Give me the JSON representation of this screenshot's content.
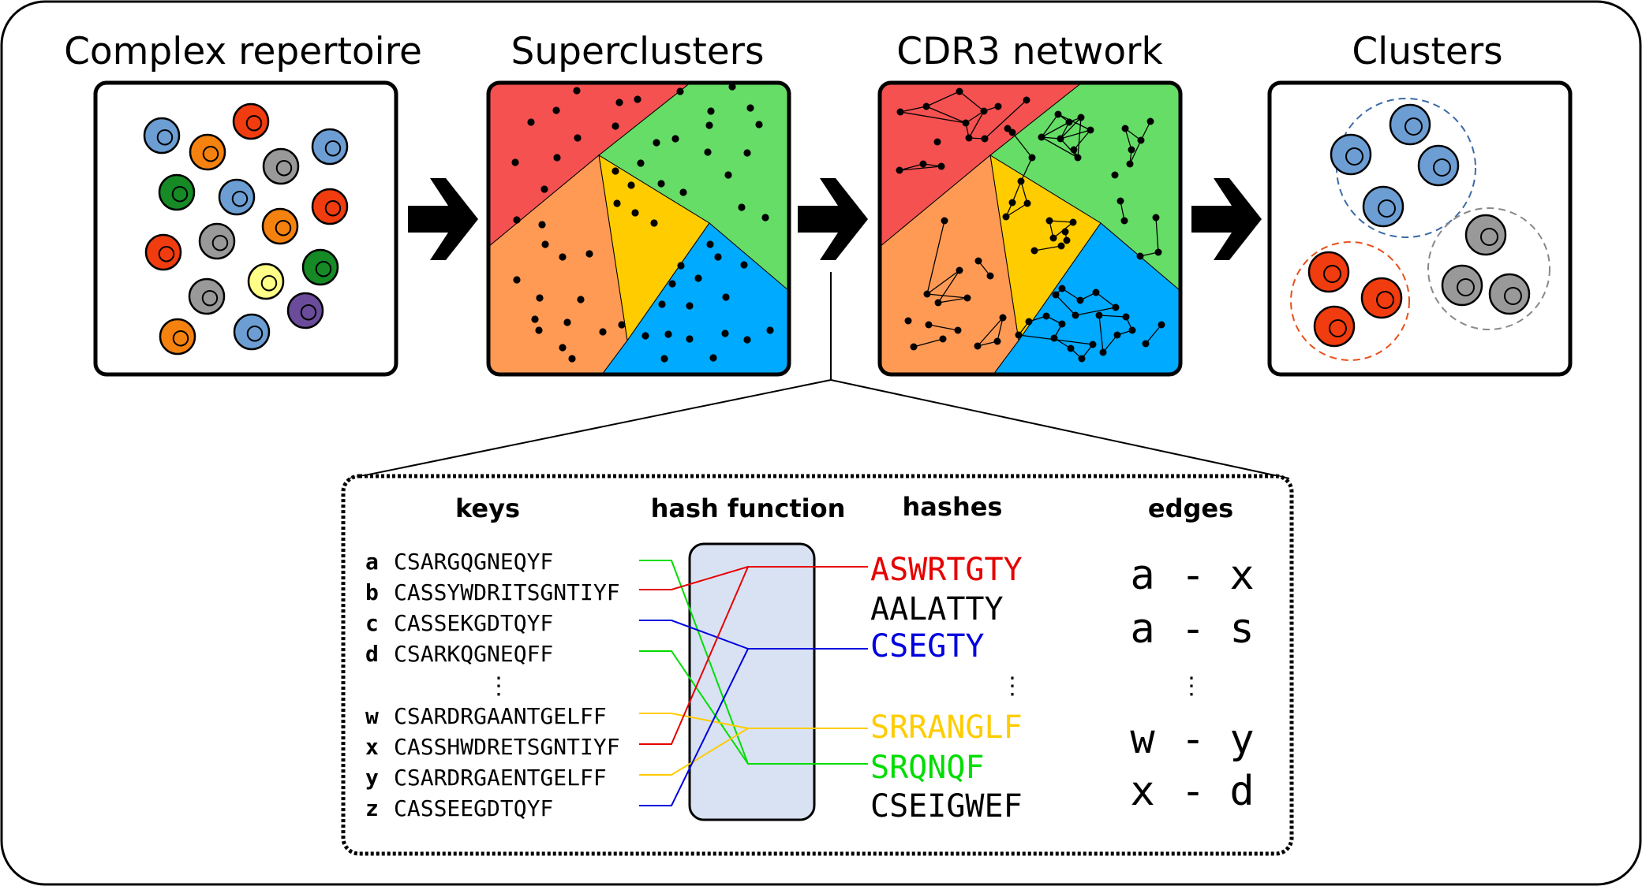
{
  "colors": {
    "red": "#f55151",
    "orange": "#ff9a55",
    "yellow": "#ffcc00",
    "green": "#66dd66",
    "blue": "#00aaff",
    "cell_blue": "#6c9ed4",
    "cell_orange": "#f5820f",
    "cell_red": "#f03c0f",
    "cell_grey": "#999999",
    "cell_green": "#158a25",
    "cell_yellow": "#ffff88",
    "cell_purple": "#6a4c9a",
    "hash_box": "#d8e2f3",
    "hash_red": "#e60000",
    "hash_blue": "#0000dd",
    "hash_yellow": "#ffcc00",
    "hash_green": "#00dd00"
  },
  "panels": {
    "repertoire_title": "Complex repertoire",
    "superclusters_title": "Superclusters",
    "network_title": "CDR3 network",
    "clusters_title": "Clusters"
  },
  "arrow_icon": "right-arrow-icon",
  "hashing": {
    "keys_header": "keys",
    "hash_function_header": "hash function",
    "hashes_header": "hashes",
    "edges_header": "edges",
    "keys": [
      {
        "letter": "a",
        "seq": "CSARGQGNEQYF"
      },
      {
        "letter": "b",
        "seq": "CASSYWDRITSGNTIYF"
      },
      {
        "letter": "c",
        "seq": "CASSEKGDTQYF"
      },
      {
        "letter": "d",
        "seq": "CSARKQGNEQFF"
      },
      {
        "letter": "w",
        "seq": "CSARDRGAANTGELFF"
      },
      {
        "letter": "x",
        "seq": "CASSHWDRETSGNTIYF"
      },
      {
        "letter": "y",
        "seq": "CSARDRGAENTGELFF"
      },
      {
        "letter": "z",
        "seq": "CASSEEGDTQYF"
      }
    ],
    "hashes": [
      {
        "text": "ASWRTGTY",
        "color": "#e60000"
      },
      {
        "text": "AALATTY",
        "color": "#000000"
      },
      {
        "text": "CSEGTY",
        "color": "#0000dd"
      },
      {
        "text": "SRRANGLF",
        "color": "#ffcc00"
      },
      {
        "text": "SRQNQF",
        "color": "#00dd00"
      },
      {
        "text": "CSEIGWEF",
        "color": "#000000"
      }
    ],
    "edges": [
      {
        "left": "a",
        "sep": "-",
        "right": "x"
      },
      {
        "left": "a",
        "sep": "-",
        "right": "s"
      },
      {
        "left": "w",
        "sep": "-",
        "right": "y"
      },
      {
        "left": "x",
        "sep": "-",
        "right": "d"
      }
    ],
    "ellipsis": "⋮"
  }
}
